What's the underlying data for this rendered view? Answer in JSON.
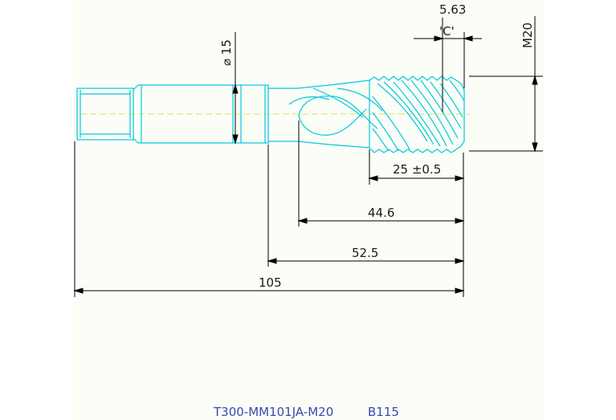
{
  "colors": {
    "outline": "#00c8e0",
    "dimension": "#000000",
    "centerline": "#e0e060",
    "footer_text": "#3a48b0",
    "panel_bg": "#fbfdf7"
  },
  "drawing": {
    "dim_chamfer_top": "5.63",
    "dim_chamfer_label": "'C'",
    "dim_diameter": "⌀ 15",
    "dim_thread_size": "M20",
    "dim_thread_length": "25 ±0.5",
    "dim_flute_length": "44.6",
    "dim_body_length": "52.5",
    "dim_overall_length": "105"
  },
  "footer": {
    "part_number": "T300-MM101JA-M20",
    "code": "B115"
  }
}
